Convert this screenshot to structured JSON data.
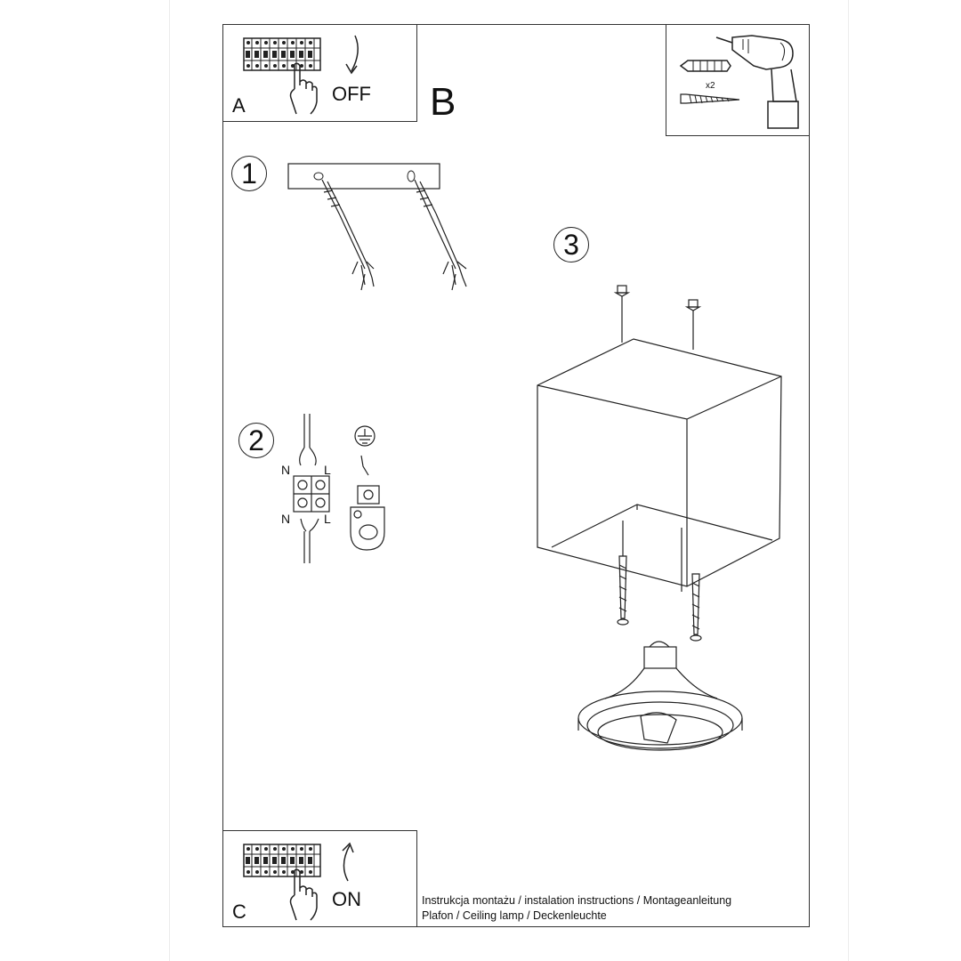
{
  "panel_a": {
    "letter": "A",
    "action": "OFF"
  },
  "panel_b": {
    "letter": "B"
  },
  "panel_c": {
    "letter": "C",
    "action": "ON"
  },
  "steps": [
    "1",
    "2",
    "3"
  ],
  "tools": {
    "quantity": "x2"
  },
  "wiring": {
    "neutral": "N",
    "live": "L"
  },
  "footer": {
    "line1": "Instrukcja montażu / instalation instructions / Montageanleitung",
    "line2": "Plafon / Ceiling lamp / Deckenleuchte"
  }
}
